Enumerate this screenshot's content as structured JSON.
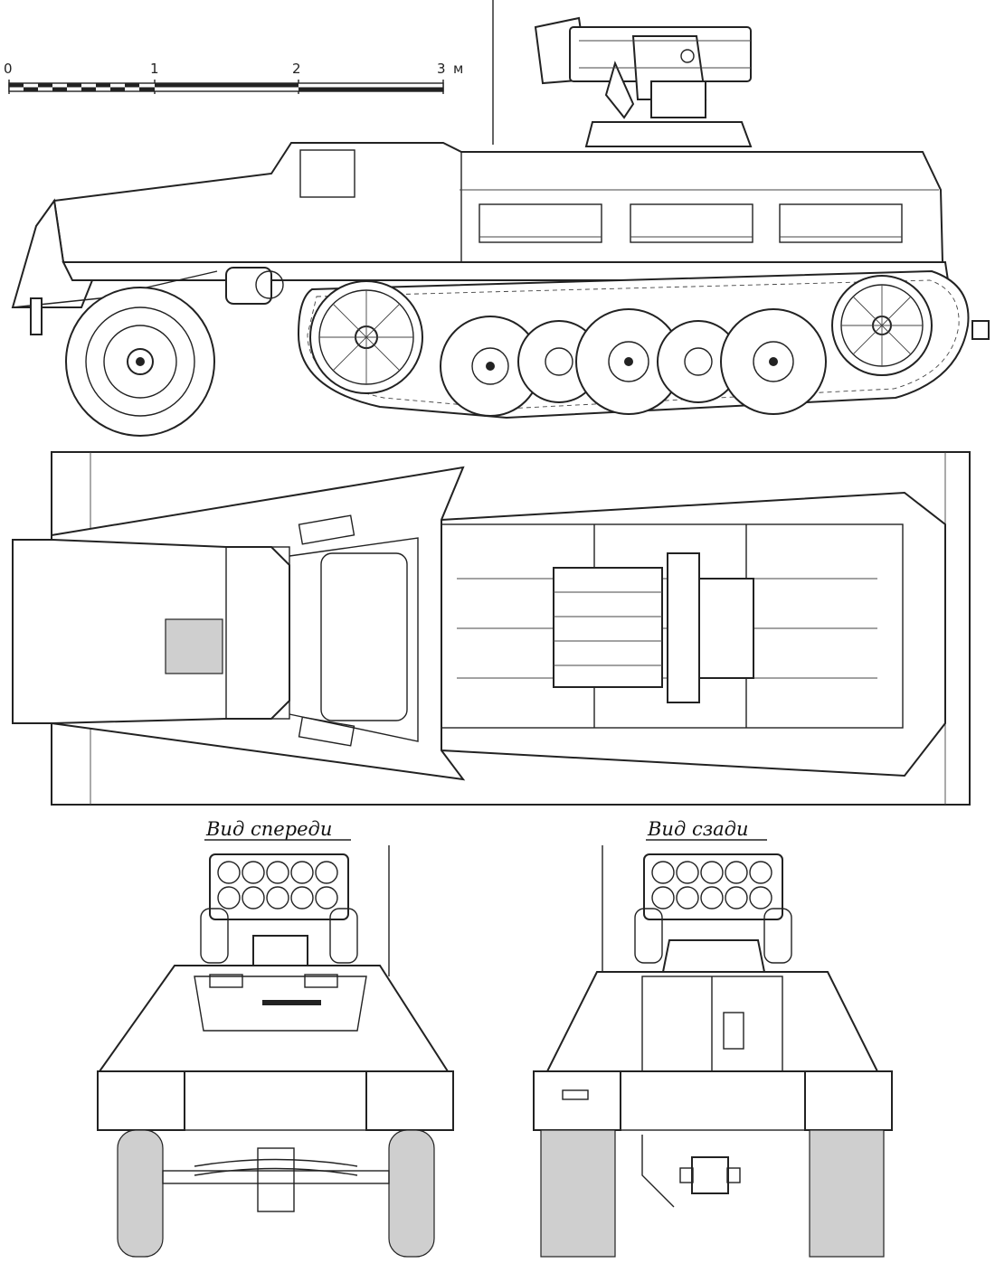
{
  "scale": {
    "ticks": [
      "0",
      "1",
      "2",
      "3"
    ],
    "unit": "м"
  },
  "views": {
    "front_title": "Вид спереди",
    "rear_title": "Вид сзади"
  }
}
